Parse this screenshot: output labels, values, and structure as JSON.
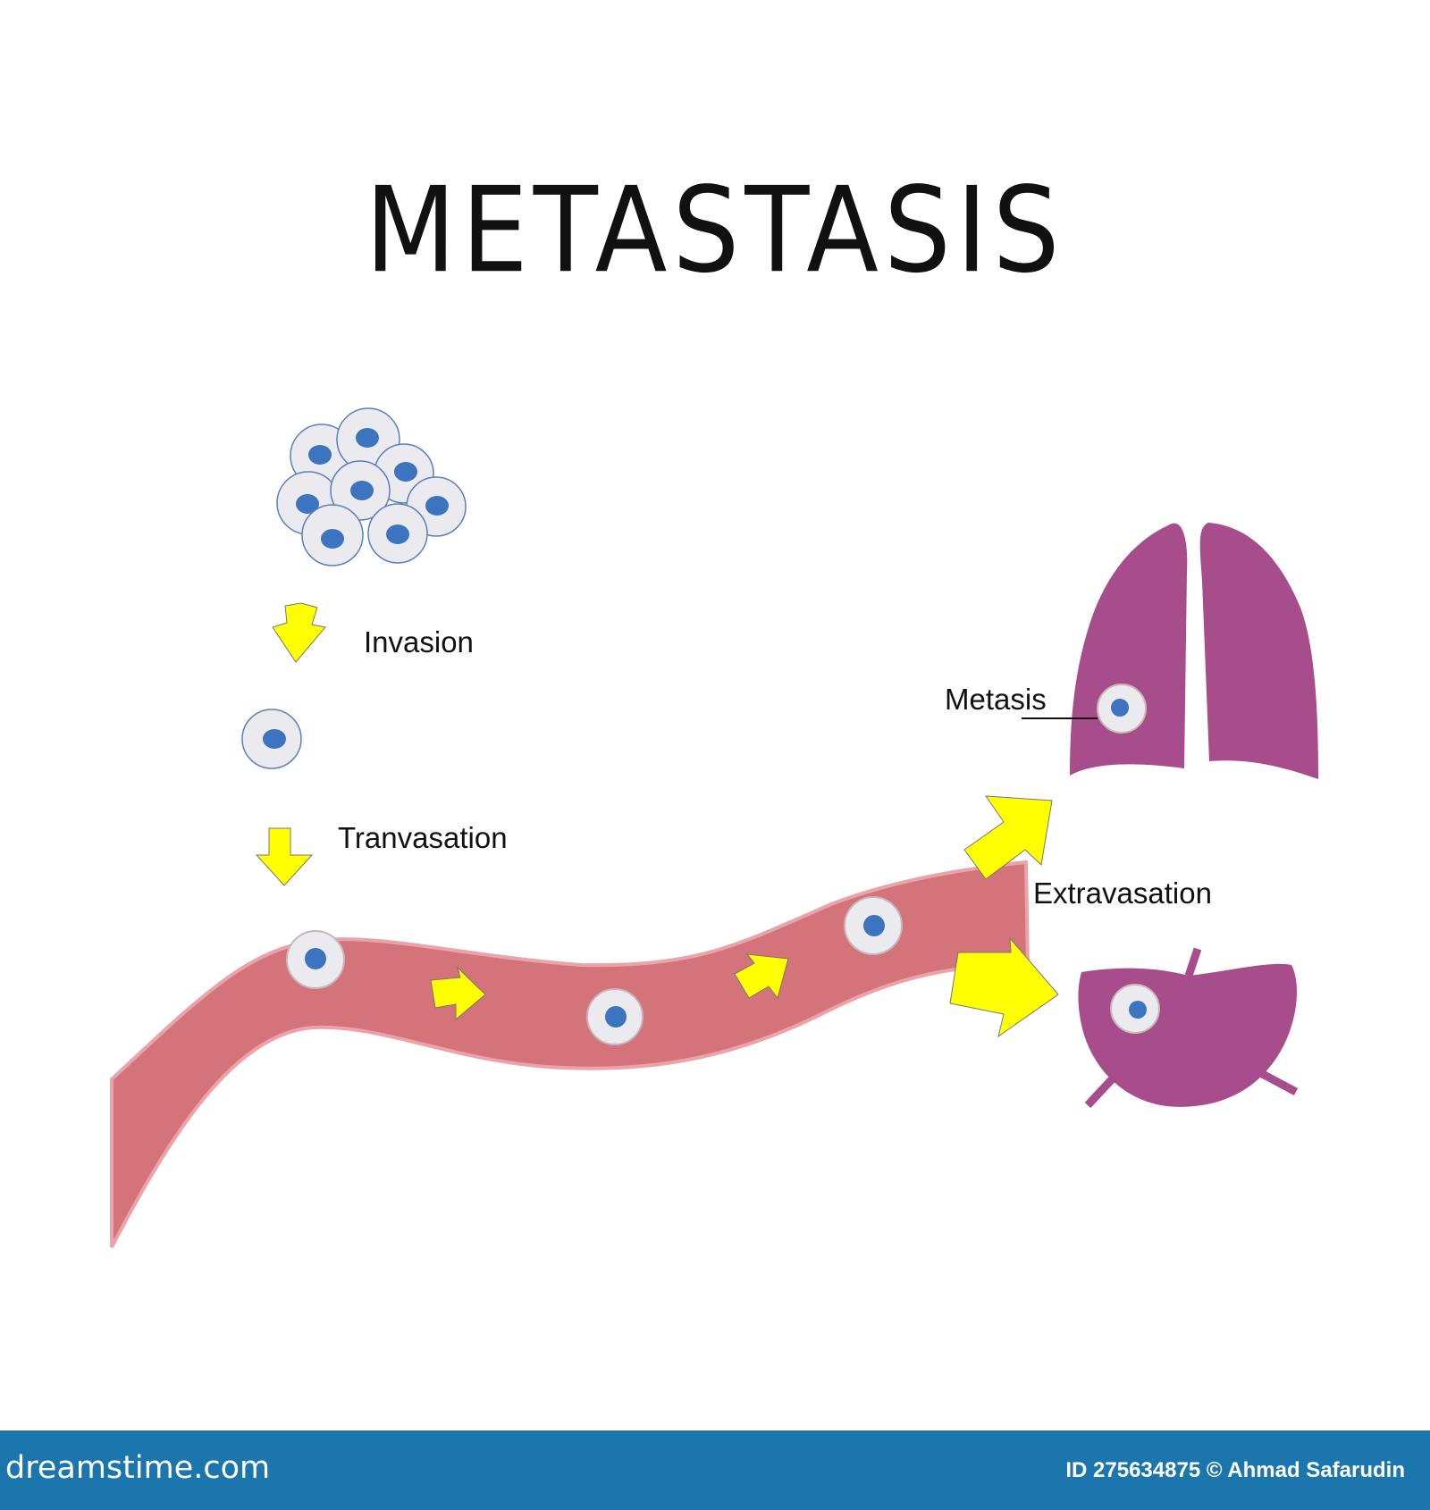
{
  "title": "METASTASIS",
  "labels": {
    "invasion": "Invasion",
    "tranvasation": "Tranvasation",
    "metasis": "Metasis",
    "extravasation": "Extravasation"
  },
  "footer": {
    "brand": "dreamstime.com",
    "id_credit": "ID 275634875 © Ahmad Safarudin"
  },
  "colors": {
    "cell_fill": "#ebebef",
    "cell_outline": "#5a7fc0",
    "nucleus": "#3d74bf",
    "vessel": "#d4737a",
    "vessel_edge": "#eaa3a8",
    "arrow": "#ffff00",
    "organ": "#a84d8c",
    "footer": "#1b76ad"
  }
}
